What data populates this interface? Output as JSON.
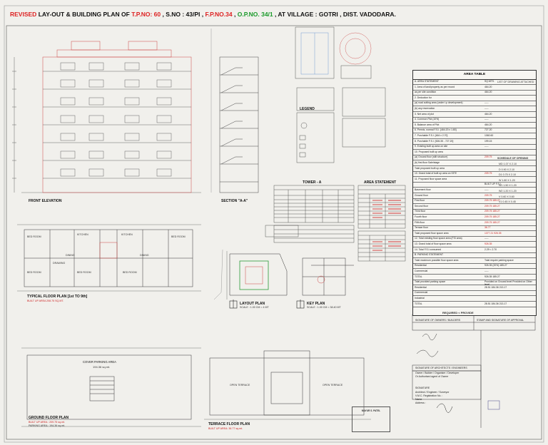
{
  "title": {
    "revised": "REVISED",
    "main": " LAY-OUT & BUILDING PLAN OF ",
    "tp": "T.P.NO: 60",
    "sno": " , S.NO : 43/PI , ",
    "fp": "F.P.NO.34",
    "sep": " , ",
    "op": "O.P.NO. 34/1",
    "rest": " , AT VILLAGE : GOTRI , DIST. VADODARA."
  },
  "labels": {
    "front_elevation": "FRONT ELEVATION",
    "section_aa": "SECTION \"A-A\"",
    "typical_floor": "TYPICAL FLOOR PLAN [1st TO 9th]",
    "typical_floor_sub": "BUILT UP AREA 208.75 SQ.MT.",
    "layout_plan": "LAYOUT PLAN",
    "layout_scale": "SCALE : 1.00 CM = 4 MT",
    "key_plan": "KEY PLAN",
    "key_scale": "SCALE : 1.00 CM = 38.40 MT",
    "ground_floor": "GROUND FLOOR PLAN",
    "ground_sub1": "BUILT UP AREA : 209.75 sq.mt.",
    "ground_sub2": "PARKING AREA : 194.36 sq.mt.",
    "cover_parking": "COVER PARKING AREA",
    "cover_parking_area": "194.36 sq.mt.",
    "terrace_floor": "TERRACE FLOOR PLAN",
    "terrace_sub": "BUILT UP AREA: 36.77 sq.mt.",
    "open_terrace": "OPEN TERRACE",
    "tower_a": "TOWER - A",
    "area_statement": "AREA STATEMENT",
    "legend": "LEGEND",
    "required_provide": "REQUIRED",
    "provide": "PROVIDE",
    "sig_owner": "SIGNATURE OF OWNERS / BUILDERS",
    "sig_stamp": "STAMP AND SIGNATURE OF APPROVAL",
    "sig_architect": "SIGNATURE OF ARCHITECTS / ENGINEERS",
    "signature": "SIGNATURE",
    "owner_line": "Owner / Builder / Organiser / Developer",
    "authorised": "Or Authorised agent of Owner",
    "architect_line": "Architect / Engineer / Surveyor",
    "vmc": "V.M.C. Registration No. :",
    "name": "Name",
    "address": "Address :",
    "stamp_name": "MAYUR S. PATEL"
  },
  "rooms": [
    "BED ROOM",
    "KITCHEN",
    "DINING",
    "DRAWING",
    "KITCHEN",
    "BED ROOM",
    "DINING",
    "BED ROOM",
    "BED ROOM",
    "BED ROOM"
  ],
  "area_table": {
    "header": "AREA TABLE",
    "list_header": "LIST OF DRAWING ATTACHED",
    "rows": [
      {
        "k": "A. AREA STATEMENT",
        "v": "SQ.MTS."
      },
      {
        "k": "1. Area of land/property as per record",
        "v": "464.20"
      },
      {
        "k": "   as per site condition",
        "v": "464.20"
      },
      {
        "k": "2. Deduction for",
        "v": ""
      },
      {
        "k": "   (a) road cutting area (under t.p development)",
        "v": "-----"
      },
      {
        "k": "   (b) any reservation",
        "v": "-----"
      },
      {
        "k": "3. Net area of plot",
        "v": "464.20"
      },
      {
        "k": "4. Common Plot (10%)",
        "v": "-----"
      },
      {
        "k": "5. Balance area of Plot",
        "v": "464.20"
      },
      {
        "k": "6. Permis. normal F.S.I. [464.20 x 1.80]",
        "v": "727.20"
      },
      {
        "k": "7. Purchable F.S.I. [464 x 2.70]",
        "v": "1060.60"
      },
      {
        "k": "8. Purchable F.S.I. [526.35 - 727.20]",
        "v": "199.15"
      },
      {
        "k": "9. Existing built up area on site",
        "v": "-----"
      },
      {
        "k": "10. Proposed built up area",
        "v": ""
      },
      {
        "k": "   (a) Ground floor (stilt structure)",
        "v": "209.75"
      },
      {
        "k": "   (b) first floor Sale/stage",
        "v": ""
      },
      {
        "k": "   Total proposed built up area",
        "v": ""
      },
      {
        "k": "10. Grand total of built up area on SITE",
        "v": "209.75"
      },
      {
        "k": "11. Proposed floor space area",
        "v": ""
      },
      {
        "k": "",
        "v": "BUILT UP   F.S.I."
      },
      {
        "k": "   Basement floor",
        "v": "-----"
      },
      {
        "k": "   Ground floor",
        "v": "209.75"
      },
      {
        "k": "   First floor",
        "v": "209.75   185.27"
      },
      {
        "k": "   Second floor",
        "v": "209.75   185.27"
      },
      {
        "k": "   Third floor",
        "v": "209.75   185.27"
      },
      {
        "k": "   Fourth floor",
        "v": "209.75   185.27"
      },
      {
        "k": "   Fifth floor",
        "v": "209.75   185.27"
      },
      {
        "k": "   Terrace floor",
        "v": "36.77"
      },
      {
        "k": "   Total proposed floor space area",
        "v": "1377.21   926.35"
      },
      {
        "k": "12. Total existing floor space area (FSI area)",
        "v": "-----"
      },
      {
        "k": "13. Grand total of floor space area",
        "v": "926.35"
      },
      {
        "k": "14. Total F.S.I consumed",
        "v": "2.29 < 2.70"
      },
      {
        "k": "B. PARKING STATEMENT",
        "v": ""
      },
      {
        "k": "   Total maximum possible floor space area",
        "v": "Total require parking space"
      },
      {
        "k": "   Residential",
        "v": "926.35   (20%)   185.27"
      },
      {
        "k": "   Commercial",
        "v": "-----"
      },
      {
        "k": "   TOTAL",
        "v": "926.35   185.27"
      },
      {
        "k": "   Total provided parking space",
        "v": "Provided on Ground level   Provided on Other level"
      },
      {
        "k": "   Residential",
        "v": "28.51   184.36   213.17"
      },
      {
        "k": "   Commercial",
        "v": ""
      },
      {
        "k": "   Industrial",
        "v": ""
      },
      {
        "k": "   TOTAL",
        "v": "28.51   184.36   213.17"
      }
    ],
    "opening_header": "SCHEDULE OF OPENING",
    "openings": [
      "MD   1.07 X 2.10",
      "D    0.90 X 2.10",
      "D1   0.75 X 2.10",
      "W    1.80 X 1.20",
      "W1   1.50 X 1.20",
      "W2   1.20 X 1.20",
      "V    0.60 X 0.60",
      "V1   0.45 X 0.45"
    ]
  }
}
